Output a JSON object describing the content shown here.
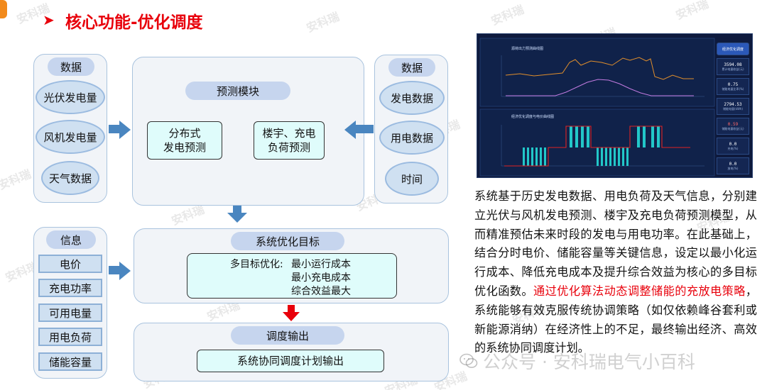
{
  "header": {
    "title": "核心功能-优化调度",
    "marker": "➤",
    "accent_color": "#e8000b"
  },
  "watermark": "安科瑞",
  "left_data_panel": {
    "title": "数据",
    "items": [
      "光伏发电量",
      "风机发电量",
      "天气数据"
    ]
  },
  "right_data_panel": {
    "title": "数据",
    "items": [
      "发电数据",
      "用电数据",
      "时间"
    ]
  },
  "forecast_module": {
    "title": "预测模块",
    "left_box": [
      "分布式",
      "发电预测"
    ],
    "right_box": [
      "楼宇、充电",
      "负荷预测"
    ]
  },
  "info_panel": {
    "title": "信息",
    "items": [
      "电价",
      "充电功率",
      "可用电量",
      "用电负荷",
      "储能容量"
    ]
  },
  "optimization": {
    "title": "系统优化目标",
    "label": "多目标优化:",
    "goals": [
      "最小运行成本",
      "最小充电成本",
      "综合效益最大"
    ]
  },
  "dispatch": {
    "title": "调度输出",
    "output": "系统协同调度计划输出"
  },
  "description": {
    "part1": "系统基于历史发电数据、用电负荷及天气信息，分别建立光伏与风机发电预测、楼宇及充电负荷预测模型，从而精准预估未来时段的发电与用电功率。在此基础上，结合分时电价、储能容量等关键信息，设定以最小化运行成本、降低充电成本及提升综合效益为核心的多目标优化函数。",
    "highlight": "通过优化算法动态调整储能的充放电策略",
    "part2": "，系统能够有效克服传统协调策略（如仅依赖峰谷套利或新能源消纳）在经济性上的不足，最终输出经济、高效的系统协同调度计划。"
  },
  "footer_watermark": "公众号 · 安科瑞电气小百科",
  "dashboard": {
    "top_chart_title": "源荷出力预测曲线图",
    "bottom_chart_title": "经济优化调度与电价曲线图",
    "button_label": "经济优化调度",
    "stats": [
      {
        "value": "3594.08",
        "label": "累计电量收益(元)"
      },
      {
        "value": "0.75",
        "label": "储能电量比率(%)"
      },
      {
        "value": "2794.53",
        "label": "储能电量(kWh)"
      },
      {
        "value": "0.59",
        "label": "储能电量收益(元)"
      },
      {
        "value": "0.0",
        "label": "充电(%)"
      },
      {
        "value": "0.0",
        "label": "放电(%)"
      }
    ],
    "colors": {
      "pv": "#e08e2c",
      "load": "#c27be0",
      "storage": "#22c7c9",
      "price": "#e02323",
      "bg": "#0e1a3d"
    }
  }
}
